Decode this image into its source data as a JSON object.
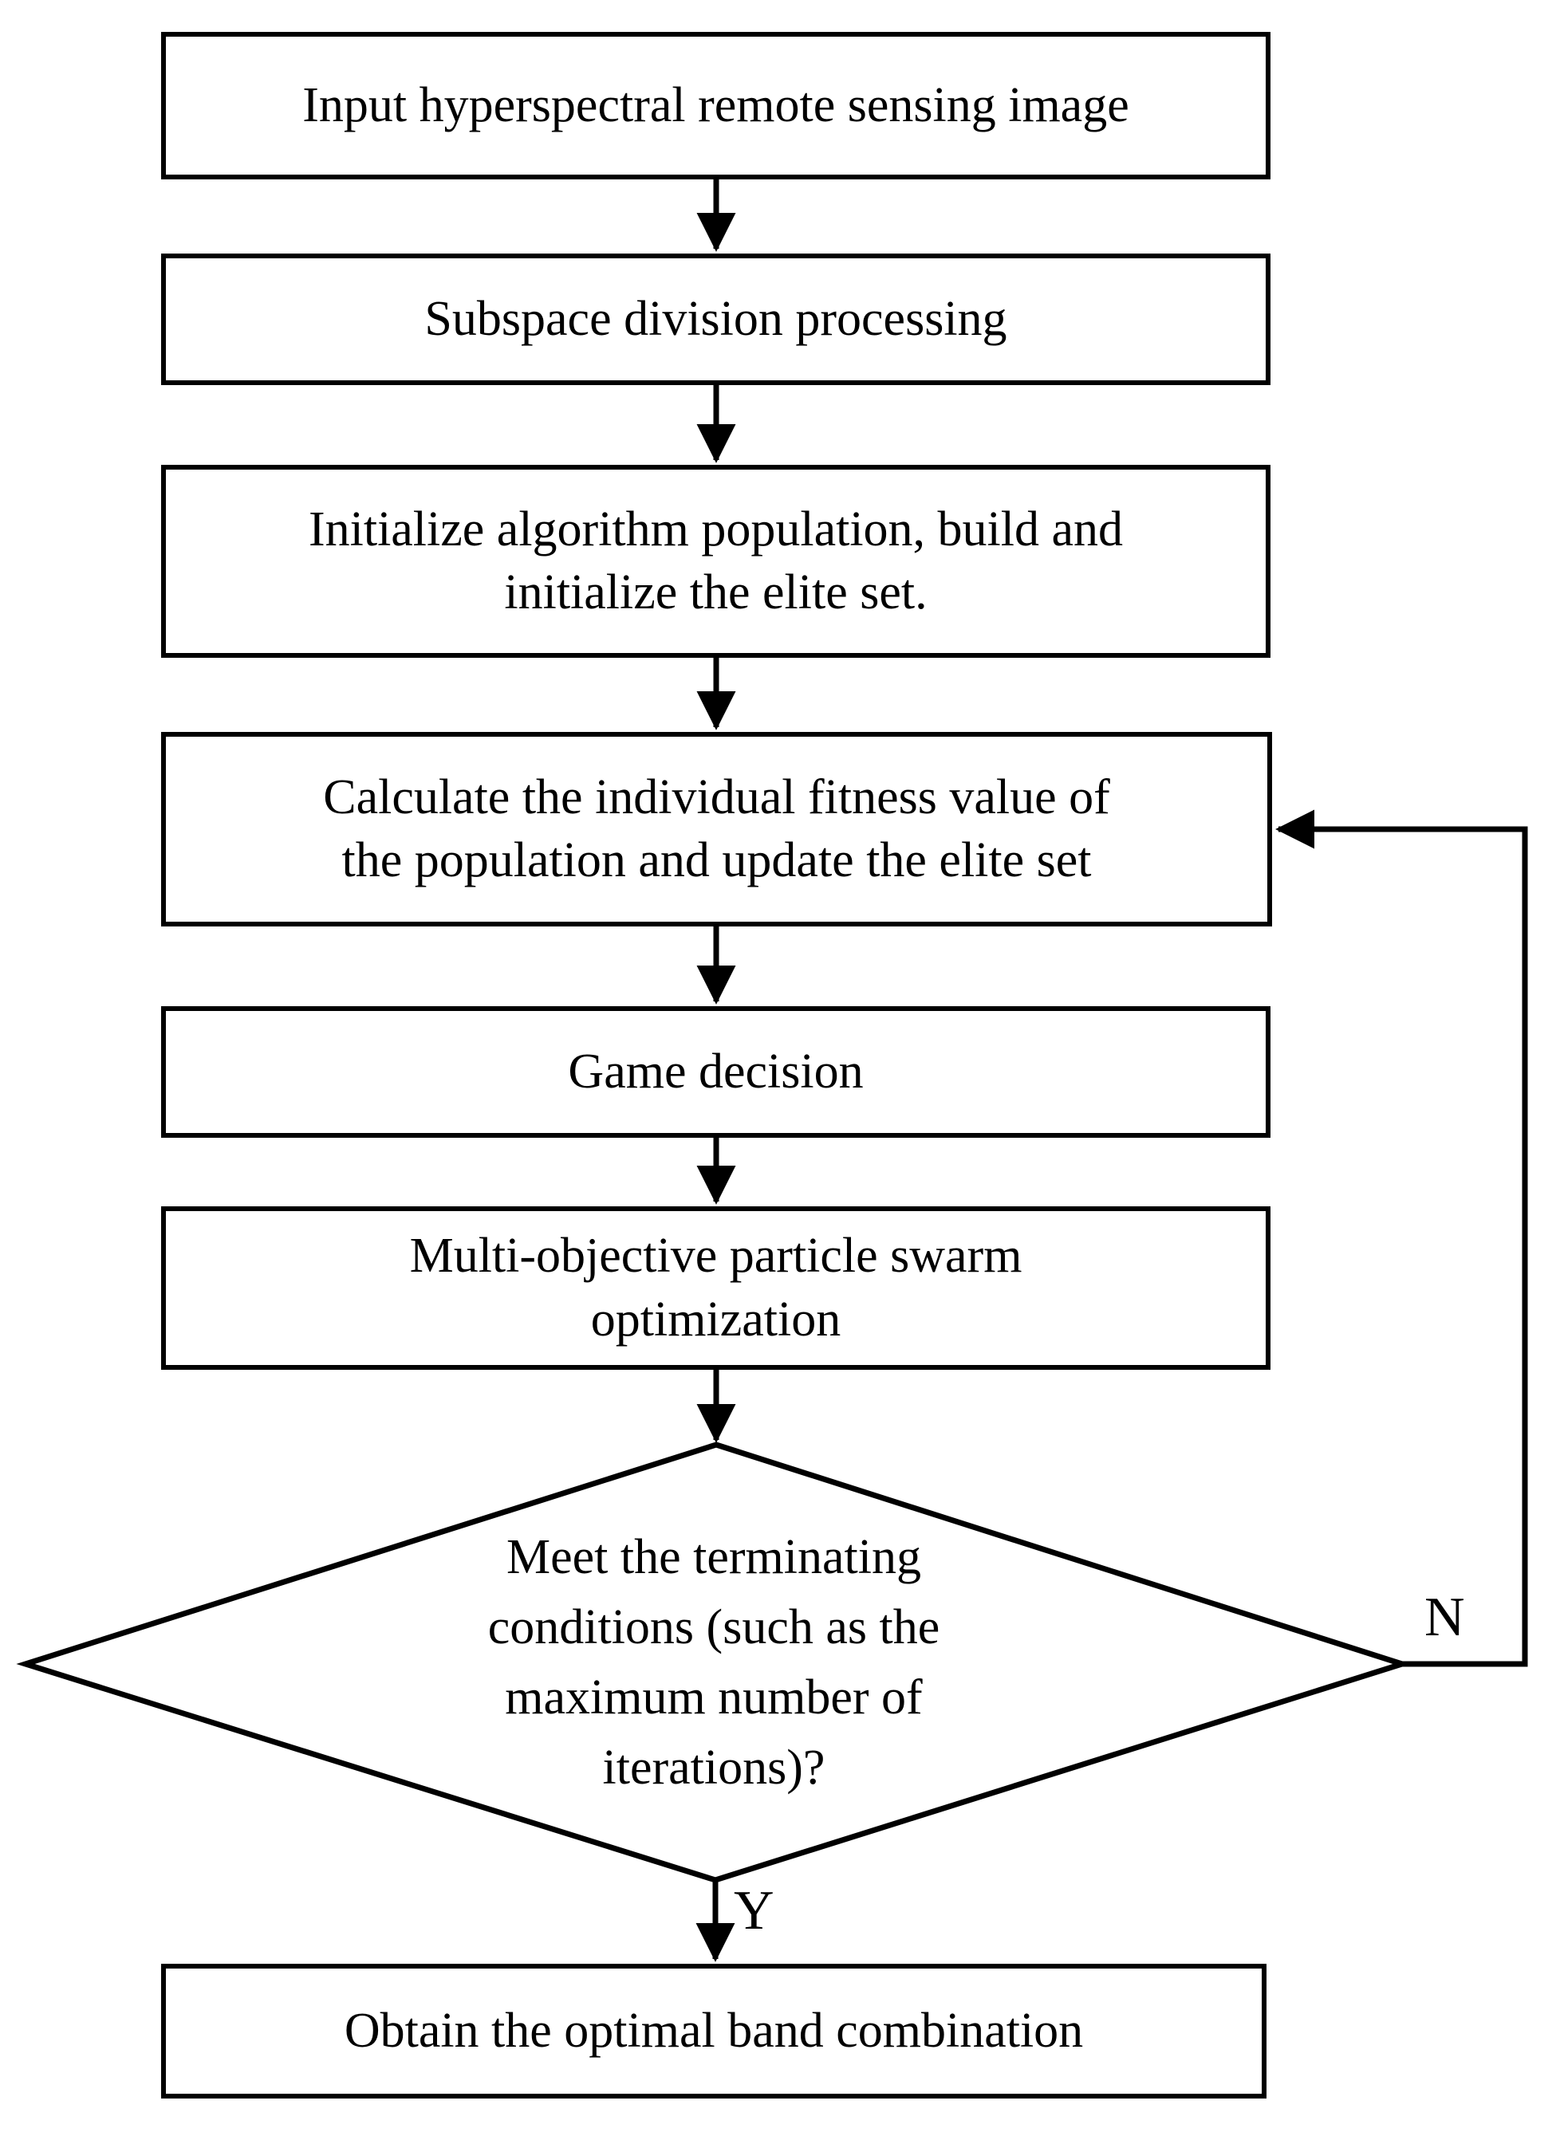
{
  "diagram": {
    "type": "flowchart",
    "orientation": "top-to-bottom",
    "background_color": "#ffffff",
    "line_color": "#000000",
    "text_color": "#000000",
    "nodes": [
      {
        "id": "input",
        "shape": "rectangle",
        "label": "Input hyperspectral remote sensing image"
      },
      {
        "id": "subspace",
        "shape": "rectangle",
        "label": "Subspace division processing"
      },
      {
        "id": "initialize",
        "shape": "rectangle",
        "label": "Initialize algorithm population, build and\ninitialize the elite set."
      },
      {
        "id": "fitness",
        "shape": "rectangle",
        "label": "Calculate the individual fitness value of\nthe population and update the elite set"
      },
      {
        "id": "game",
        "shape": "rectangle",
        "label": "Game decision"
      },
      {
        "id": "mopso",
        "shape": "rectangle",
        "label": "Multi-objective particle swarm\noptimization"
      },
      {
        "id": "terminate",
        "shape": "diamond",
        "label": "Meet the terminating\nconditions (such as the\nmaximum number of\niterations)?"
      },
      {
        "id": "output",
        "shape": "rectangle",
        "label": "Obtain the optimal band combination"
      }
    ],
    "edges": [
      {
        "from": "input",
        "to": "subspace",
        "label": ""
      },
      {
        "from": "subspace",
        "to": "initialize",
        "label": ""
      },
      {
        "from": "initialize",
        "to": "fitness",
        "label": ""
      },
      {
        "from": "fitness",
        "to": "game",
        "label": ""
      },
      {
        "from": "game",
        "to": "mopso",
        "label": ""
      },
      {
        "from": "mopso",
        "to": "terminate",
        "label": ""
      },
      {
        "from": "terminate",
        "to": "output",
        "label": "Y"
      },
      {
        "from": "terminate",
        "to": "fitness",
        "label": "N"
      }
    ],
    "branch_labels": {
      "no": "N",
      "yes": "Y"
    }
  }
}
